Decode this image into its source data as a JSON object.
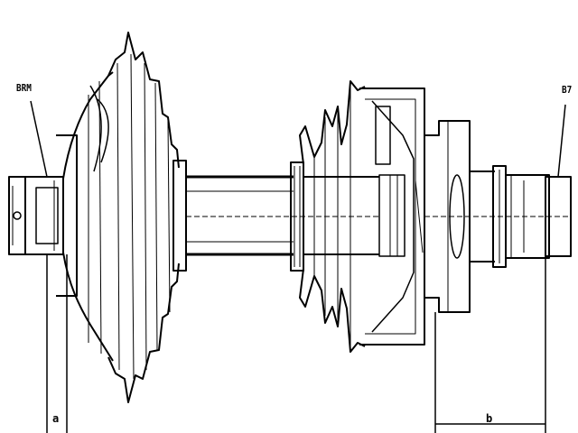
{
  "labels": {
    "left_end": "BRM",
    "right_end": "B7",
    "dimension_a": "a",
    "dimension_b": "b"
  }
}
